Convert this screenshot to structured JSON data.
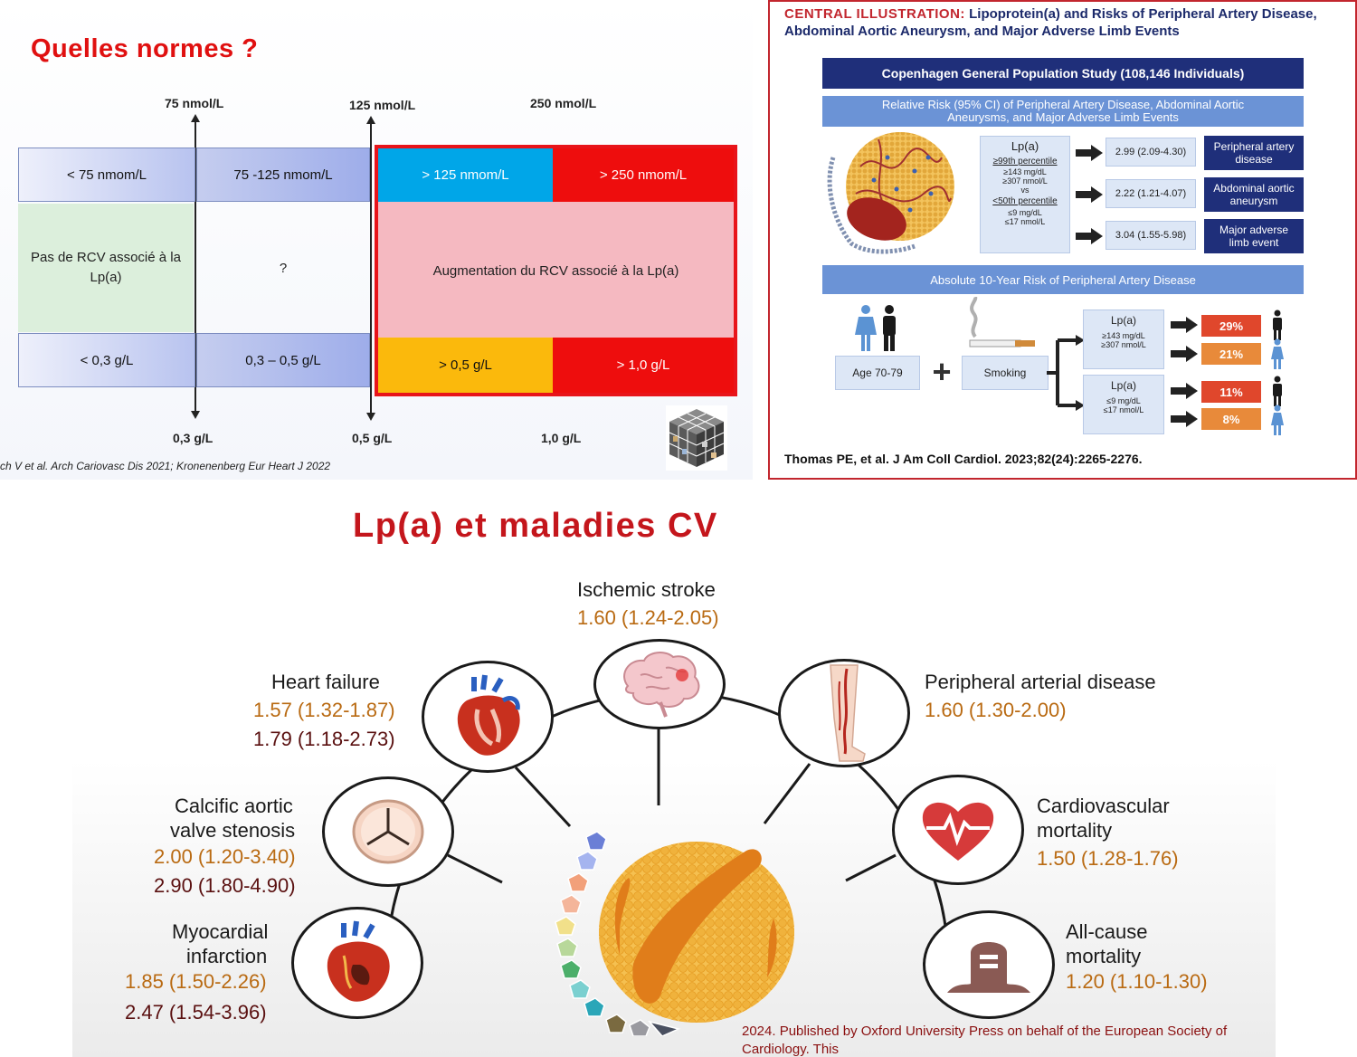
{
  "norms_panel": {
    "title": "Quelles  normes ?",
    "top_thresholds": [
      "75 nmol/L",
      "125 nmol/L",
      "250 nmol/L"
    ],
    "bottom_thresholds": [
      "0,3  g/L",
      "0,5  g/L",
      "1,0  g/L"
    ],
    "nmol_cells": [
      "< 75 nmom/L",
      "75 -125  nmom/L",
      "> 125  nmom/L",
      "> 250  nmom/L"
    ],
    "risk_cells": [
      "Pas de RCV associé à la Lp(a)",
      "?",
      "Augmentation du RCV associé à la Lp(a)"
    ],
    "gl_cells": [
      "< 0,3 g/L",
      "0,3 – 0,5 g/L",
      "> 0,5 g/L",
      "> 1,0 g/L"
    ],
    "reference": "ch V et al. Arch Cariovasc Dis 2021; Kronenenberg Eur Heart J 2022",
    "cube_icon": "image-cube-icon"
  },
  "central_illustration": {
    "title_prefix": "CENTRAL ILLUSTRATION:",
    "title_rest": "Lipoprotein(a) and Risks of Peripheral Artery Disease, Abdominal Aortic Aneurysm, and Major Adverse Limb Events",
    "study_banner": "Copenhagen General Population Study (108,146 Individuals)",
    "rr_banner": "Relative Risk (95% CI) of Peripheral Artery Disease, Abdominal Aortic Aneurysms, and Major Adverse Limb Events",
    "lpa_box": {
      "title": "Lp(a)",
      "hi_pct": "≥99th percentile",
      "hi_mg": "≥143 mg/dL",
      "hi_nmol": "≥307 nmol/L",
      "vs": "vs",
      "lo_pct": "<50th percentile",
      "lo_mg": "≤9 mg/dL",
      "lo_nmol": "≤17 nmol/L"
    },
    "relative_risks": [
      {
        "value": "2.99 (2.09-4.30)",
        "outcome": "Peripheral artery disease"
      },
      {
        "value": "2.22 (1.21-4.07)",
        "outcome": "Abdominal aortic aneurysm"
      },
      {
        "value": "3.04 (1.55-5.98)",
        "outcome": "Major adverse limb event"
      }
    ],
    "abs_banner": "Absolute 10-Year Risk of Peripheral Artery Disease",
    "age_label": "Age 70-79",
    "smoking_label": "Smoking",
    "high_group": {
      "title": "Lp(a)",
      "line1": "≥143 mg/dL",
      "line2": "≥307 nmol/L"
    },
    "low_group": {
      "title": "Lp(a)",
      "line1": "≤9 mg/dL",
      "line2": "≤17 nmol/L"
    },
    "absolute_risks": [
      {
        "value": "29%",
        "sex": "male",
        "color": "#e0472c"
      },
      {
        "value": "21%",
        "sex": "female",
        "color": "#e88a3a"
      },
      {
        "value": "11%",
        "sex": "male",
        "color": "#e0472c"
      },
      {
        "value": "8%",
        "sex": "female",
        "color": "#e88a3a"
      }
    ],
    "citation": "Thomas PE, et al. J Am Coll Cardiol. 2023;82(24):2265-2276."
  },
  "cv_panel": {
    "title": "Lp(a) et maladies CV",
    "conditions": [
      {
        "id": "ischemic-stroke",
        "name": "Ischemic stroke",
        "values": [
          "1.60 (1.24-2.05)"
        ]
      },
      {
        "id": "heart-failure",
        "name": "Heart failure",
        "values": [
          "1.57 (1.32-1.87)",
          "1.79 (1.18-2.73)"
        ]
      },
      {
        "id": "peripheral-arterial-disease",
        "name": "Peripheral arterial disease",
        "values": [
          "1.60 (1.30-2.00)"
        ]
      },
      {
        "id": "calcific-aortic-valve-stenosis",
        "name_lines": [
          "Calcific aortic",
          "valve stenosis"
        ],
        "values": [
          "2.00 (1.20-3.40)",
          "2.90 (1.80-4.90)"
        ]
      },
      {
        "id": "cardiovascular-mortality",
        "name_lines": [
          "Cardiovascular",
          "mortality"
        ],
        "values": [
          "1.50 (1.28-1.76)"
        ]
      },
      {
        "id": "myocardial-infarction",
        "name_lines": [
          "Myocardial",
          "infarction"
        ],
        "values": [
          "1.85 (1.50-2.26)",
          "2.47 (1.54-3.96)"
        ]
      },
      {
        "id": "all-cause-mortality",
        "name_lines": [
          "All-cause",
          "mortality"
        ],
        "values": [
          "1.20 (1.10-1.30)"
        ]
      }
    ],
    "publisher_note": "2024. Published by Oxford University Press on behalf of the European Society of Cardiology. This",
    "colors": {
      "value_gold": "#b96a12",
      "value_dark": "#5a1010",
      "title_red": "#c4161c"
    }
  }
}
